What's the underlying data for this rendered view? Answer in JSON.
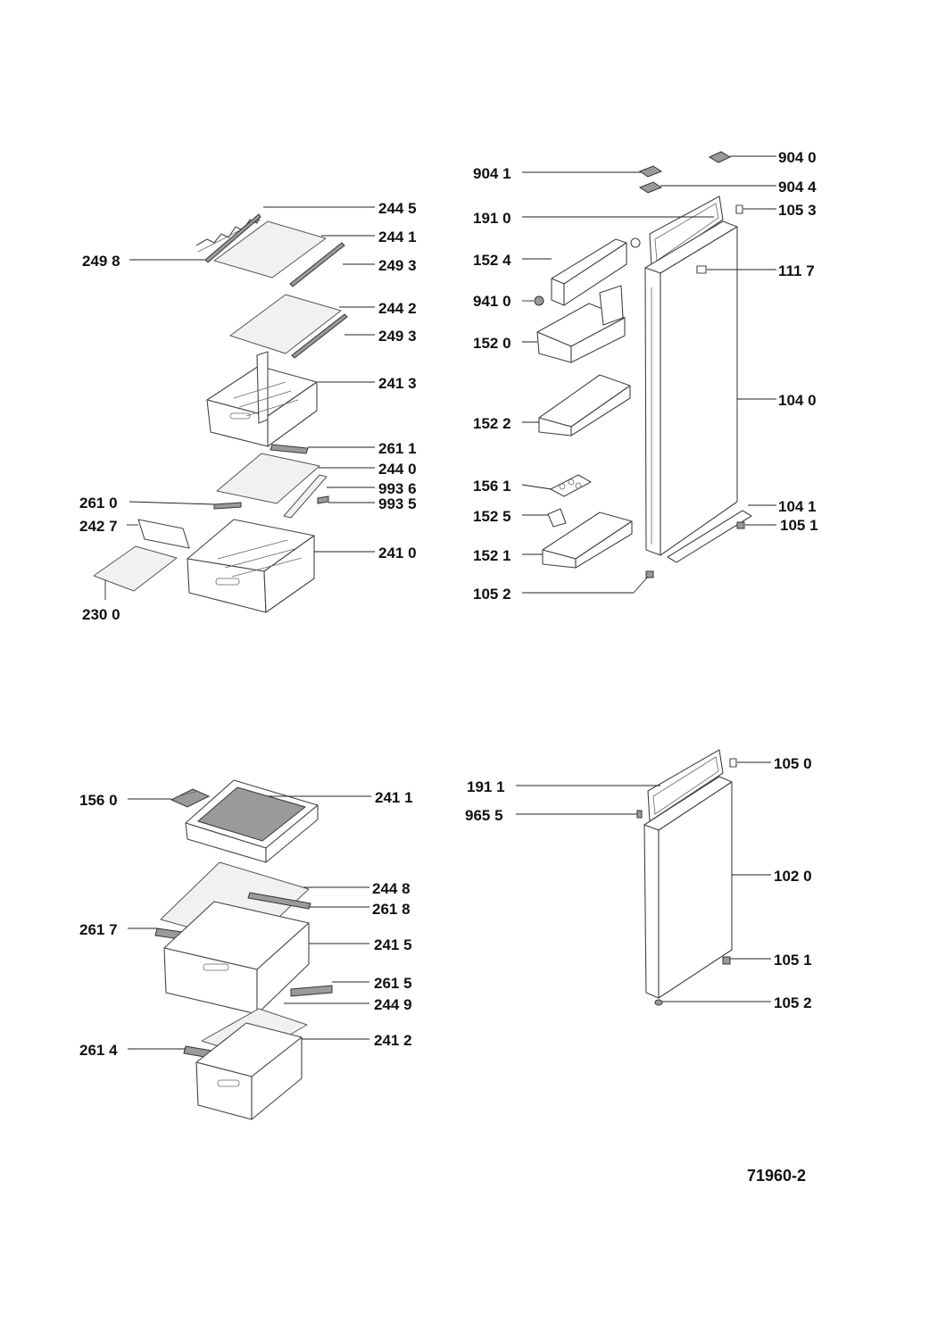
{
  "reference": "71960-2",
  "labels": {
    "l_2445": "244 5",
    "l_2441": "244 1",
    "l_2498": "249 8",
    "l_2493a": "249 3",
    "l_2442": "244 2",
    "l_2493b": "249 3",
    "l_2413": "241 3",
    "l_2611": "261 1",
    "l_2440": "244 0",
    "l_9936": "993 6",
    "l_2610": "261 0",
    "l_9935": "993 5",
    "l_2427": "242 7",
    "l_2410": "241 0",
    "l_2300": "230 0",
    "l_9041": "904 1",
    "l_9040": "904 0",
    "l_9044": "904 4",
    "l_1910": "191 0",
    "l_1053": "105 3",
    "l_1524": "152 4",
    "l_1117": "111 7",
    "l_9410": "941 0",
    "l_1520": "152 0",
    "l_1040": "104 0",
    "l_1522": "152 2",
    "l_1561": "156 1",
    "l_1041": "104 1",
    "l_1525": "152 5",
    "l_1051a": "105 1",
    "l_1521": "152 1",
    "l_1052a": "105 2",
    "l_1560": "156 0",
    "l_2411": "241 1",
    "l_2448": "244 8",
    "l_2618": "261 8",
    "l_2617": "261 7",
    "l_2415": "241 5",
    "l_2615": "261 5",
    "l_2449": "244 9",
    "l_2614": "261 4",
    "l_2412": "241 2",
    "l_1050": "105 0",
    "l_1911": "191 1",
    "l_9655": "965 5",
    "l_1020": "102 0",
    "l_1051b": "105 1",
    "l_1052b": "105 2"
  }
}
